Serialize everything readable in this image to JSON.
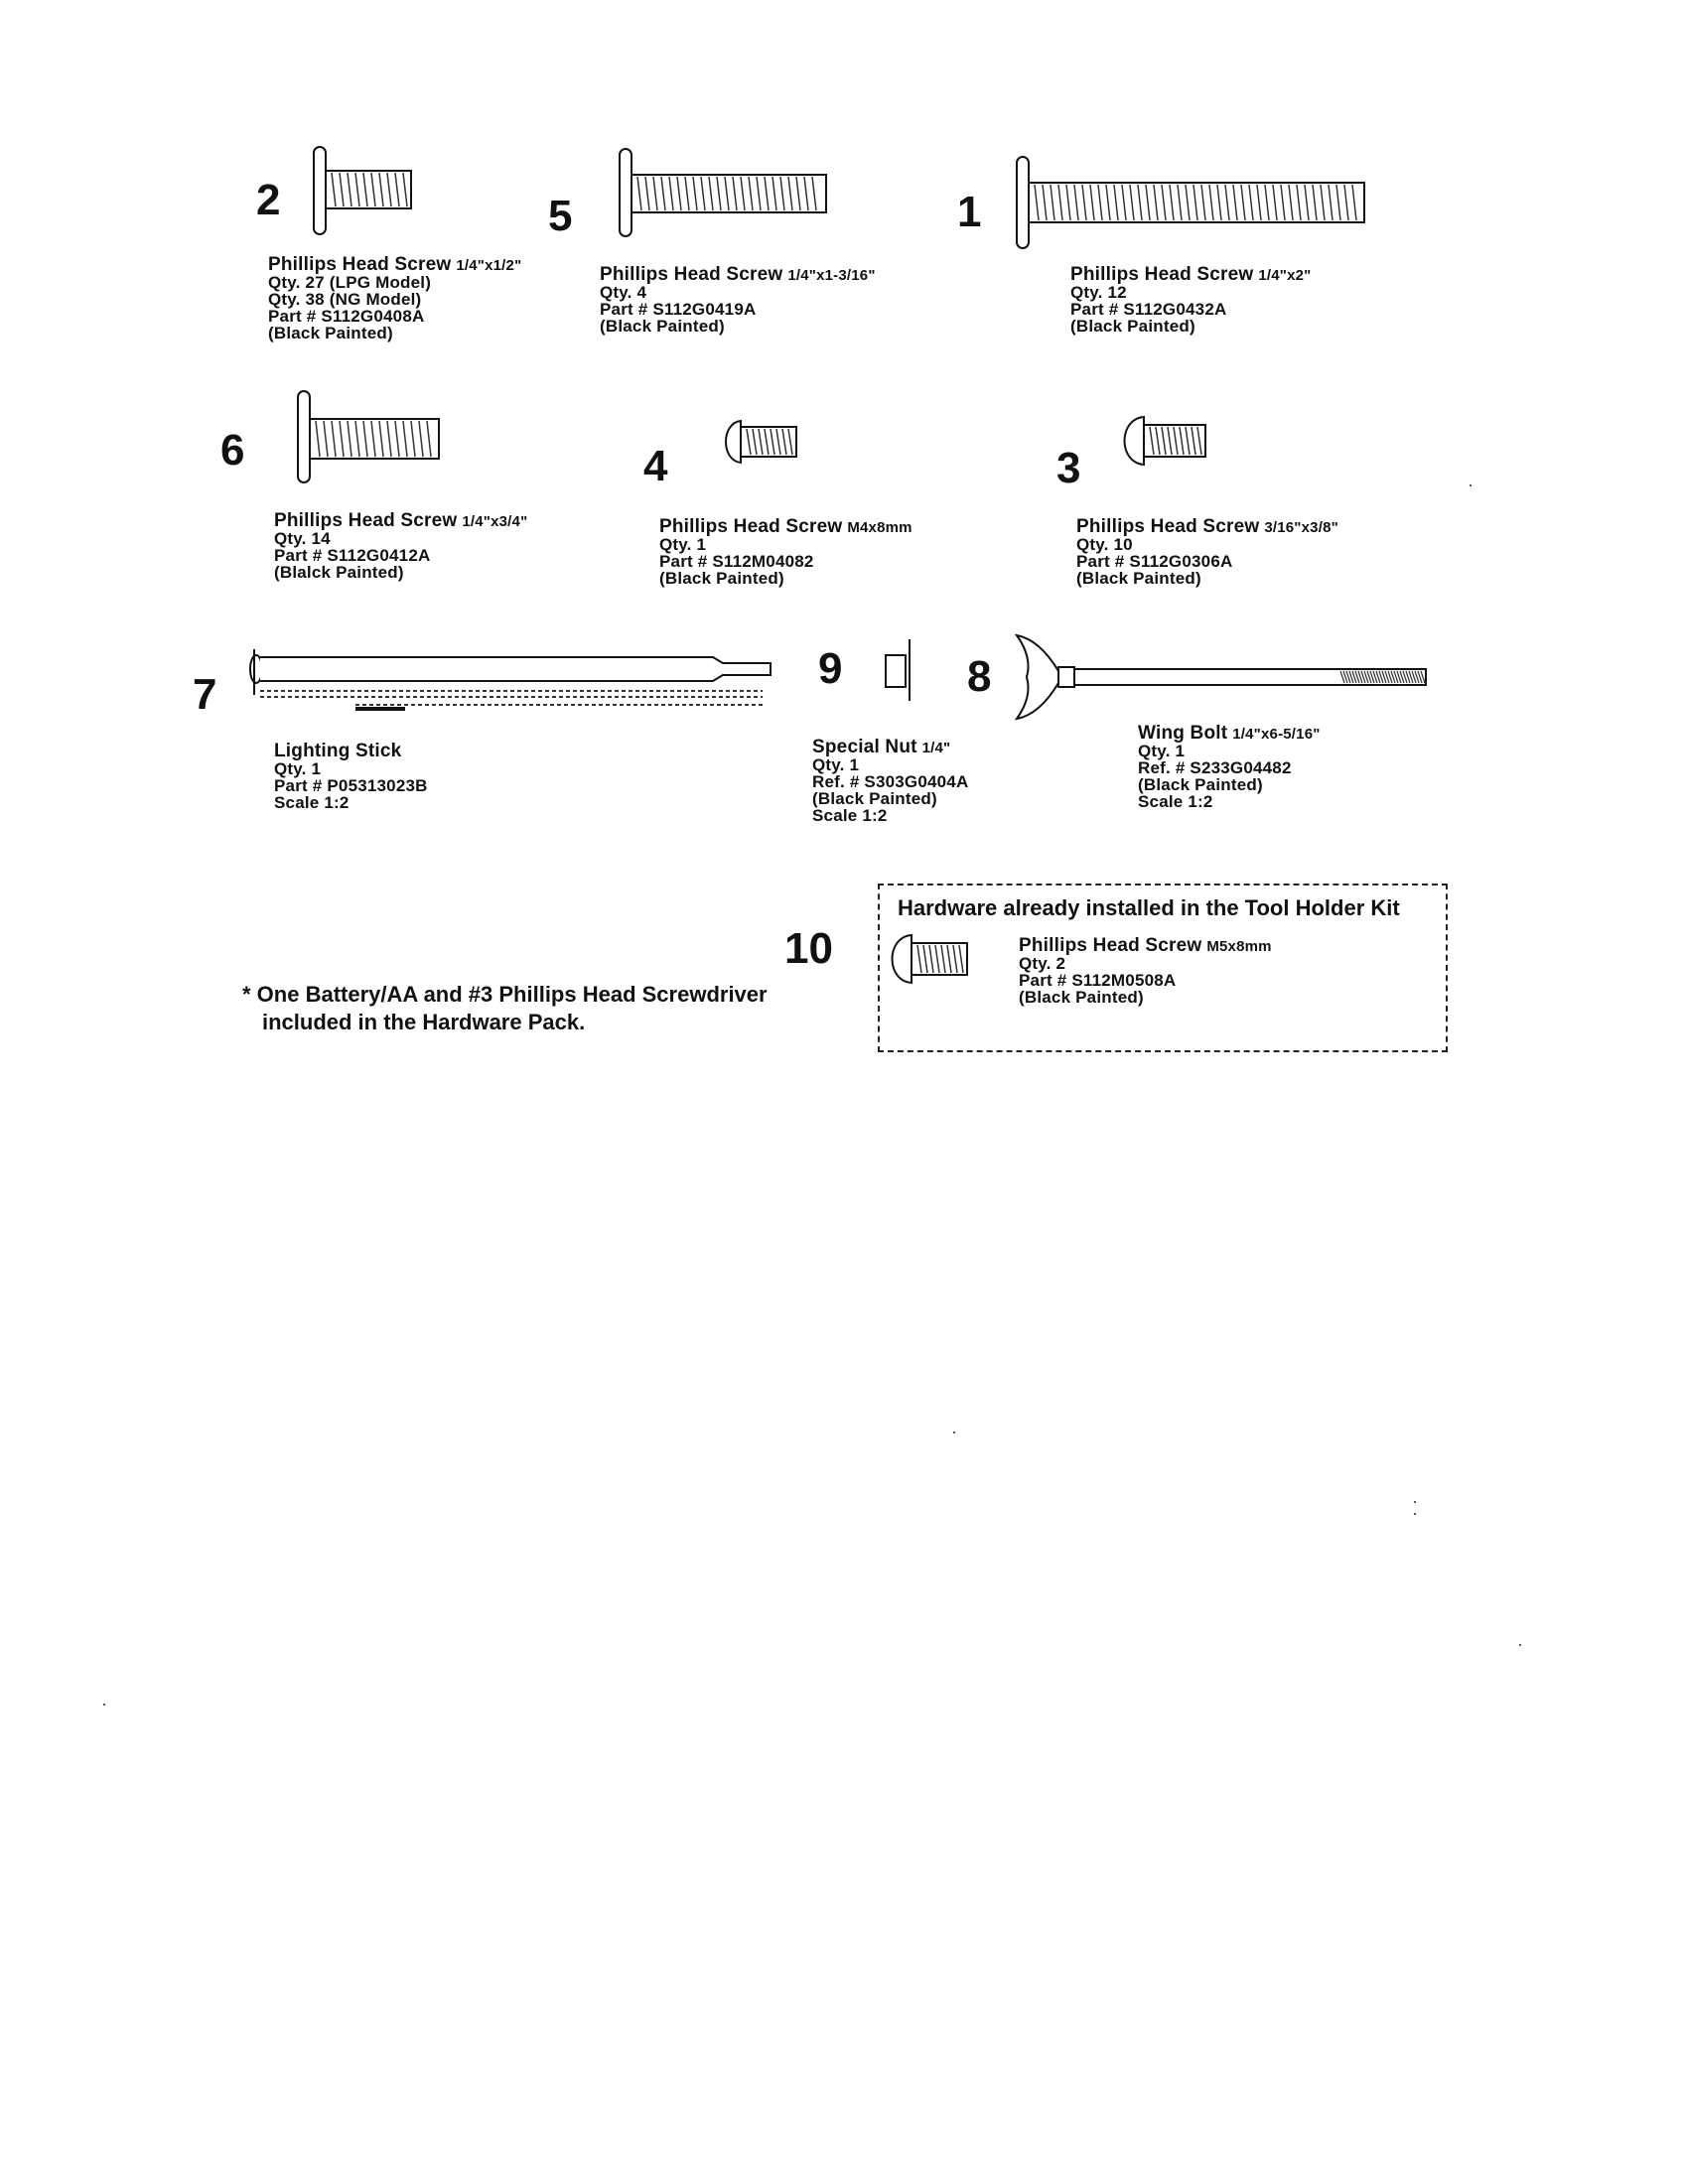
{
  "parts": [
    {
      "num": "2",
      "title": "Phillips Head Screw",
      "size": "1/4\"x1/2\"",
      "lines": [
        "Qty. 27 (LPG Model)",
        "Qty. 38 (NG Model)",
        "Part # S112G0408A",
        "(Black Painted)"
      ]
    },
    {
      "num": "5",
      "title": "Phillips Head Screw",
      "size": "1/4\"x1-3/16\"",
      "lines": [
        "Qty. 4",
        "Part # S112G0419A",
        "(Black Painted)"
      ]
    },
    {
      "num": "1",
      "title": "Phillips Head Screw",
      "size": "1/4\"x2\"",
      "lines": [
        "Qty. 12",
        "Part # S112G0432A",
        "(Black Painted)"
      ]
    },
    {
      "num": "6",
      "title": "Phillips Head Screw",
      "size": "1/4\"x3/4\"",
      "lines": [
        "Qty. 14",
        "Part # S112G0412A",
        "(Blalck Painted)"
      ]
    },
    {
      "num": "4",
      "title": "Phillips Head Screw",
      "size": "M4x8mm",
      "lines": [
        "Qty. 1",
        "Part # S112M04082",
        "(Black Painted)"
      ]
    },
    {
      "num": "3",
      "title": "Phillips Head Screw",
      "size": "3/16\"x3/8\"",
      "lines": [
        "Qty. 10",
        "Part # S112G0306A",
        "(Black Painted)"
      ]
    },
    {
      "num": "7",
      "title": "Lighting Stick",
      "size": "",
      "lines": [
        "Qty. 1",
        "Part # P05313023B",
        "Scale 1:2"
      ]
    },
    {
      "num": "9",
      "title": "Special Nut",
      "size": "1/4\"",
      "lines": [
        "Qty. 1",
        "Ref. # S303G0404A",
        "(Black Painted)",
        "Scale 1:2"
      ]
    },
    {
      "num": "8",
      "title": "Wing Bolt",
      "size": "1/4\"x6-5/16\"",
      "lines": [
        "Qty. 1",
        "Ref. # S233G04482",
        "(Black Painted)",
        "Scale 1:2"
      ]
    },
    {
      "num": "10",
      "title": "Phillips Head Screw",
      "size": "M5x8mm",
      "lines": [
        "Qty. 2",
        "Part # S112M0508A",
        "(Black Painted)"
      ]
    }
  ],
  "box_title": "Hardware already installed in the Tool Holder Kit",
  "note": {
    "line1": "* One Battery/AA and #3 Phillips Head Screwdriver",
    "line2": "included in the Hardware Pack."
  }
}
